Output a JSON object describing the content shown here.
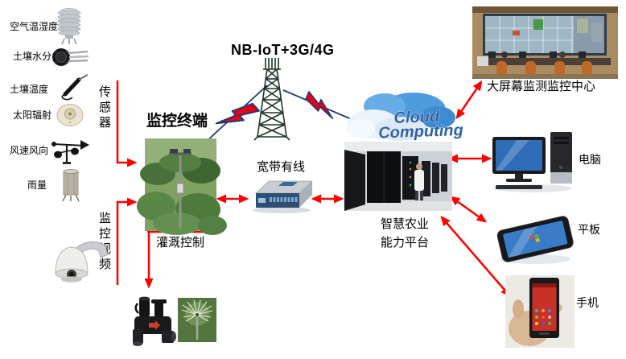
{
  "diagram": {
    "sensors": {
      "group_label": "传感器",
      "items": [
        {
          "label": "空气温湿度",
          "icon": "radiation-shield-icon"
        },
        {
          "label": "土壤水分",
          "icon": "soil-moisture-sensor-icon"
        },
        {
          "label": "土壤温度",
          "icon": "soil-temperature-probe-icon"
        },
        {
          "label": "太阳辐射",
          "icon": "solar-radiation-sensor-icon"
        },
        {
          "label": "风速风向",
          "icon": "anemometer-icon"
        },
        {
          "label": "雨量",
          "icon": "rain-gauge-icon"
        }
      ]
    },
    "video_group_label": "监控视频",
    "terminal_label": "监控终端",
    "irrigation_label": "灌溉控制",
    "wireless_label": "NB-IoT+3G/4G",
    "wired_label": "宽带有线",
    "cloud_text_line1": "Cloud",
    "cloud_text_line2": "Computing",
    "platform_label_line1": "智慧农业",
    "platform_label_line2": "能力平台",
    "control_center_label": "大屏幕监测监控中心",
    "pc_label": "电脑",
    "tablet_label": "平板",
    "phone_label": "手机",
    "colors": {
      "arrow": "#FF0000",
      "bolt_fill": "#E60012",
      "bolt_stroke": "#1F3B7A",
      "cloud_text": "#2E5FA8"
    }
  }
}
